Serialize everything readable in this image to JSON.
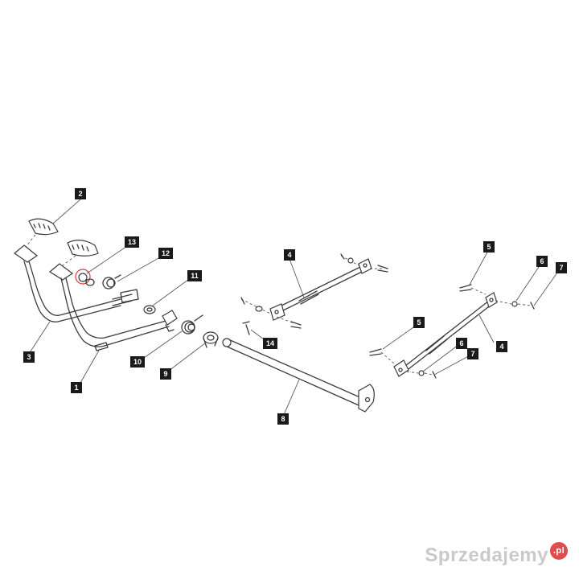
{
  "callouts": [
    {
      "label": "1"
    },
    {
      "label": "2"
    },
    {
      "label": "3"
    },
    {
      "label": "4"
    },
    {
      "label": "4"
    },
    {
      "label": "5"
    },
    {
      "label": "5"
    },
    {
      "label": "6"
    },
    {
      "label": "6"
    },
    {
      "label": "7"
    },
    {
      "label": "7"
    },
    {
      "label": "8"
    },
    {
      "label": "9"
    },
    {
      "label": "10"
    },
    {
      "label": "11"
    },
    {
      "label": "12"
    },
    {
      "label": "13"
    },
    {
      "label": "14"
    }
  ],
  "watermark": {
    "text": "Sprzedajemy",
    "suffix": ".pl"
  }
}
